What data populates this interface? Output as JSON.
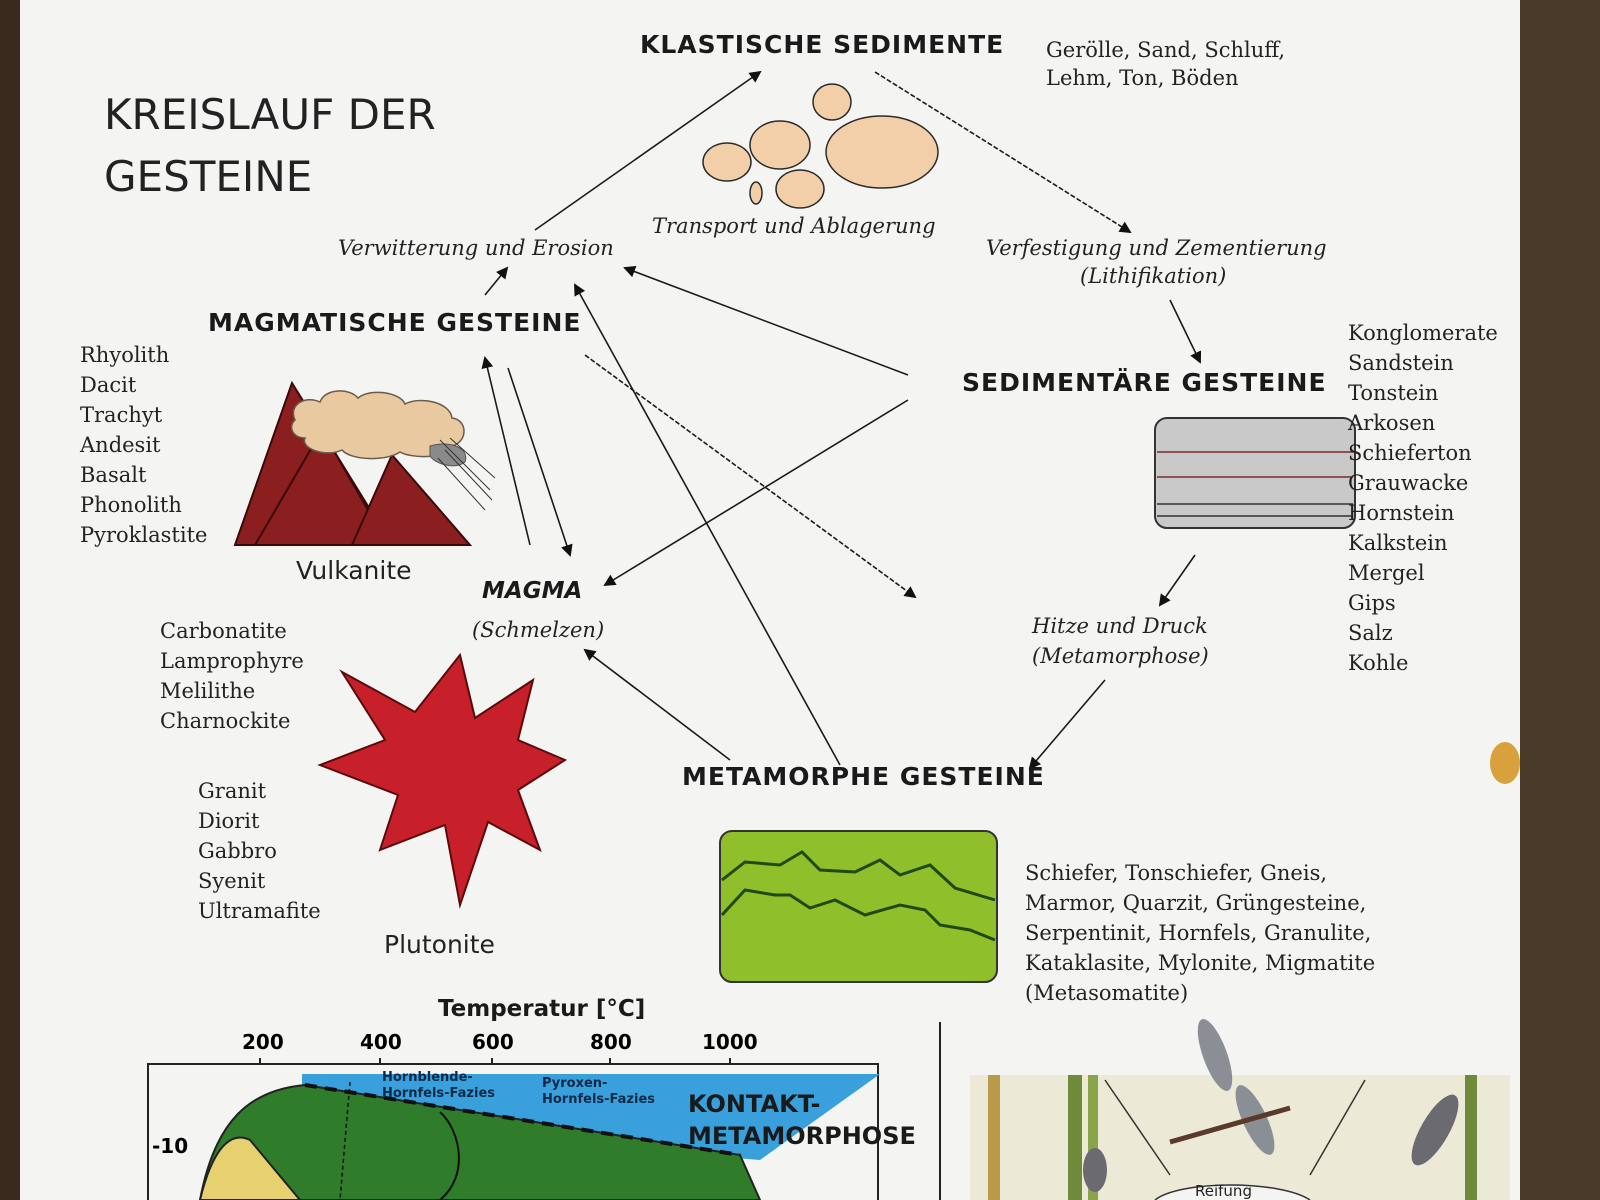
{
  "title_line1": "KREISLAUF DER",
  "title_line2": "GESTEINE",
  "nodes": {
    "klastische": "KLASTISCHE SEDIMENTE",
    "magmatische": "MAGMATISCHE GESTEINE",
    "sedimentaere": "SEDIMENTÄRE GESTEINE",
    "metamorphe": "METAMORPHE GESTEINE",
    "magma": "MAGMA",
    "magma_sub": "(Schmelzen)"
  },
  "processes": {
    "transport": "Transport und Ablagerung",
    "verwitterung": "Verwitterung und Erosion",
    "verfestigung": "Verfestigung und Zementierung",
    "lithifikation": "(Lithifikation)",
    "hitze": "Hitze und Druck",
    "metamorphose": "(Metamorphose)"
  },
  "klastische_examples": [
    "Gerölle, Sand, Schluff,",
    "Lehm, Ton, Böden"
  ],
  "vulkanite_list": [
    "Rhyolith",
    "Dacit",
    "Trachyt",
    "Andesit",
    "Basalt",
    "Phonolith",
    "Pyroklastite"
  ],
  "vulkanite_caption": "Vulkanite",
  "special_list": [
    "Carbonatite",
    "Lamprophyre",
    "Melilithe",
    "Charnockite"
  ],
  "plutonite_list": [
    "Granit",
    "Diorit",
    "Gabbro",
    "Syenit",
    "Ultramafite"
  ],
  "plutonite_caption": "Plutonite",
  "sediment_list": [
    "Konglomerate",
    "Sandstein",
    "Tonstein",
    "Arkosen",
    "Schieferton",
    "Grauwacke",
    "Hornstein",
    "Kalkstein",
    "Mergel",
    "Gips",
    "Salz",
    "Kohle"
  ],
  "metamorph_list": [
    "Schiefer, Tonschiefer, Gneis,",
    "Marmor, Quarzit, Grüngesteine,",
    "Serpentinit, Hornfels, Granulite,",
    "Kataklasite, Mylonite, Migmatite",
    "(Metasomatite)"
  ],
  "bottom_chart": {
    "title": "Temperatur [°C]",
    "ticks": [
      "200",
      "400",
      "600",
      "800",
      "1000"
    ],
    "y_tick": "-10",
    "zone1": "Hornblende-",
    "zone1b": "Hornfels-Fazies",
    "zone2": "Pyroxen-",
    "zone2b": "Hornfels-Fazies",
    "label1": "KONTAKT-",
    "label2": "METAMORPHOSE"
  },
  "corner_label": "Reifung",
  "colors": {
    "volcano": "#8b1e1e",
    "ash": "#e8c9a0",
    "star": "#c8202a",
    "metamorph_box": "#8fbf2a",
    "sediment_box": "#c9c9c9",
    "pebble": "#f2cfa8",
    "blue_zone": "#3aa0dc",
    "green_zone": "#2f7d2b",
    "yellow_zone": "#e6d070"
  }
}
